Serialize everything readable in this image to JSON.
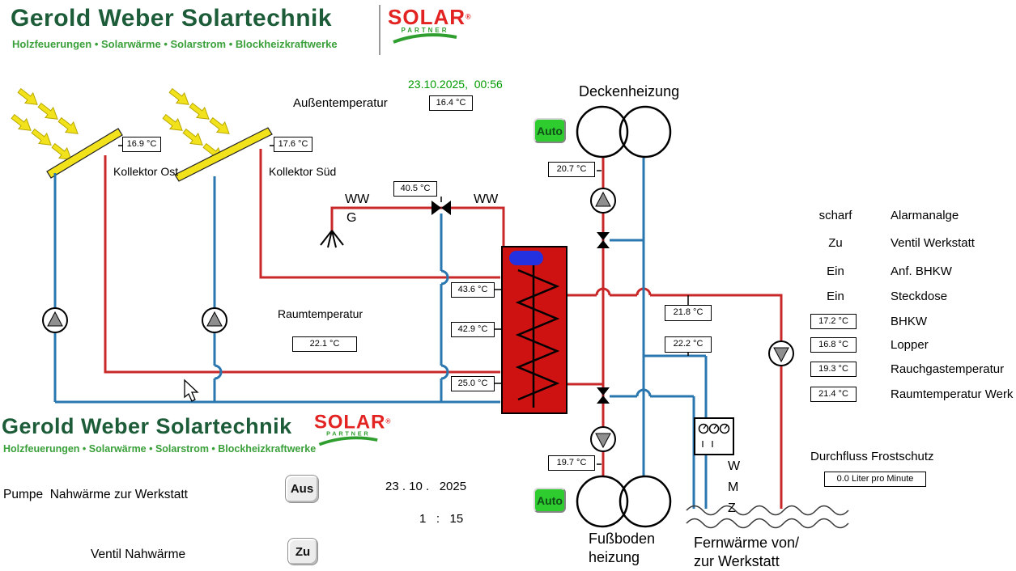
{
  "header": {
    "logo_title": "Gerold Weber Solartechnik",
    "logo_subtitle": "Holzfeuerungen • Solarwärme • Solarstrom • Blockheizkraftwerke",
    "partner_logo": {
      "line1": "SOLAR",
      "line2": "PARTNER",
      "reg": "®"
    }
  },
  "datetime": {
    "top": "23.10.2025,  00:56",
    "date_bottom": "23 . 10 .   2025",
    "time_bottom": "1   :   15"
  },
  "outdoor": {
    "label": "Außentemperatur",
    "value": "16.4 °C"
  },
  "collectors": {
    "ost": {
      "label": "Kollektor Ost",
      "value": "16.9 °C"
    },
    "sued": {
      "label": "Kollektor Süd",
      "value": "17.6 °C"
    }
  },
  "ww": {
    "label_left": "WW",
    "label_g": "G",
    "label_right": "WW",
    "value": "40.5 °C"
  },
  "ceiling": {
    "title": "Deckenheizung",
    "auto_label": "Auto",
    "supply": "20.7 °C"
  },
  "floor": {
    "title": "Fußboden\nheizung",
    "auto_label": "Auto",
    "supply": "19.7 °C"
  },
  "tank": {
    "top": "43.6 °C",
    "mid": "42.9 °C",
    "bottom": "25.0 °C"
  },
  "room": {
    "label": "Raumtemperatur",
    "value": "22.1 °C"
  },
  "loop": {
    "t1": "21.8 °C",
    "t2": "22.2 °C"
  },
  "status_list": [
    {
      "state": "scharf",
      "label": "Alarmanalge"
    },
    {
      "state": "Zu",
      "label": "Ventil Werkstatt"
    },
    {
      "state": "Ein",
      "label": "Anf. BHKW"
    },
    {
      "state": "Ein",
      "label": "Steckdose"
    }
  ],
  "sensor_list": [
    {
      "value": "17.2 °C",
      "label": "BHKW"
    },
    {
      "value": "16.8 °C",
      "label": "Lopper"
    },
    {
      "value": "19.3 °C",
      "label": "Rauchgastemperatur"
    },
    {
      "value": "21.4 °C",
      "label": "Raumtemperatur Werk"
    }
  ],
  "wmz": "W\nM\nZ",
  "fernwaerme_label": "Fernwärme von/\nzur Werkstatt",
  "frost": {
    "label": "Durchfluss Frostschutz",
    "value": "0.0 Liter pro Minute"
  },
  "pump_nahwaerme": {
    "label": "Pumpe  Nahwärme zur Werkstatt",
    "button_label": "Aus"
  },
  "ventil_nahwaerme": {
    "label": "Ventil Nahwärme",
    "button_label": "Zu"
  },
  "colors": {
    "pipe_hot": "#c82828",
    "pipe_cold": "#2a77b0",
    "tank_body": "#ce1212",
    "tank_top_element": "#2431e0",
    "auto_button": "#2ecc2e",
    "logo_green_dark": "#1d5c38",
    "logo_green_light": "#3aa03a",
    "partner_red": "#e32222",
    "datetime_green": "#009a00",
    "collector_yellow": "#f2e21c"
  }
}
